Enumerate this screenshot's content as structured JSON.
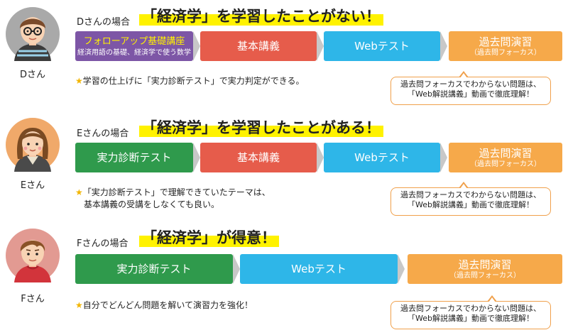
{
  "colors": {
    "purple": "#7d56a6",
    "red": "#e65c4b",
    "blue": "#2eb6e8",
    "orange": "#f6a94a",
    "green": "#2f9a4c",
    "highlight": "#fff200",
    "star": "#f2b500",
    "arrow": "#c8c8c8",
    "callout_border": "#f0a04b"
  },
  "cases": [
    {
      "person": "Dさん",
      "avatar_icon": "man-with-glasses-avatar-icon",
      "case_label": "Dさんの場合",
      "headline": "「経済学」を学習したことがない！",
      "steps": [
        {
          "label": "フォローアップ基礎講座",
          "sublabel": "経済用語の基礎、経済学で使う数学",
          "color": "purple"
        },
        {
          "label": "基本講義",
          "sublabel": "",
          "color": "red"
        },
        {
          "label": "Webテスト",
          "sublabel": "",
          "color": "blue"
        },
        {
          "label": "過去問演習",
          "sublabel": "（過去問フォーカス）",
          "color": "orange"
        }
      ],
      "note_lines": [
        "学習の仕上げに「実力診断テスト」で実力判定ができる。"
      ],
      "callout_lines": [
        "過去問フォーカスでわからない問題は、",
        "「Web解説講義」動画で徹底理解！"
      ]
    },
    {
      "person": "Eさん",
      "avatar_icon": "woman-avatar-icon",
      "case_label": "Eさんの場合",
      "headline": "「経済学」を学習したことがある！",
      "steps": [
        {
          "label": "実力診断テスト",
          "sublabel": "",
          "color": "green"
        },
        {
          "label": "基本講義",
          "sublabel": "",
          "color": "red"
        },
        {
          "label": "Webテスト",
          "sublabel": "",
          "color": "blue"
        },
        {
          "label": "過去問演習",
          "sublabel": "（過去問フォーカス）",
          "color": "orange"
        }
      ],
      "note_lines": [
        "「実力診断テスト」で理解できていたテーマは、",
        "基本講義の受講をしなくても良い。"
      ],
      "callout_lines": [
        "過去問フォーカスでわからない問題は、",
        "「Web解説講義」動画で徹底理解！"
      ]
    },
    {
      "person": "Fさん",
      "avatar_icon": "young-man-avatar-icon",
      "case_label": "Fさんの場合",
      "headline": "「経済学」が得意！",
      "steps": [
        {
          "label": "実力診断テスト",
          "sublabel": "",
          "color": "green"
        },
        {
          "label": "Webテスト",
          "sublabel": "",
          "color": "blue"
        },
        {
          "label": "過去問演習",
          "sublabel": "（過去問フォーカス）",
          "color": "orange"
        }
      ],
      "note_lines": [
        "自分でどんどん問題を解いて演習力を強化！"
      ],
      "callout_lines": [
        "過去問フォーカスでわからない問題は、",
        "「Web解説講義」動画で徹底理解！"
      ]
    }
  ]
}
